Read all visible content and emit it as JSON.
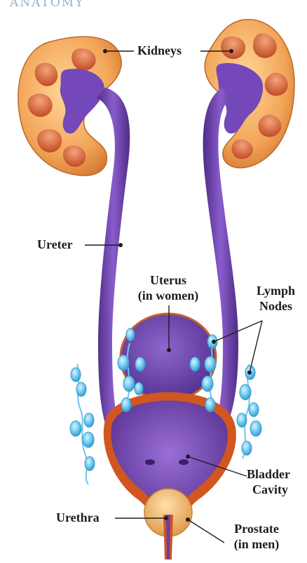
{
  "header": "ANATOMY",
  "labels": {
    "kidneys": "Kidneys",
    "ureter": "Ureter",
    "uterus": "Uterus",
    "uterus_note": "(in women)",
    "lymph": "Lymph",
    "nodes": "Nodes",
    "bladder": "Bladder",
    "cavity": "Cavity",
    "urethra": "Urethra",
    "prostate": "Prostate",
    "prostate_note": "(in men)"
  },
  "colors": {
    "kidney": "#f0a85a",
    "kidney_dark": "#c84f28",
    "ureter": "#6a3fa2",
    "bladder_wall": "#d2561f",
    "lymph": "#6cc7ef",
    "prostate": "#f3b56c"
  }
}
